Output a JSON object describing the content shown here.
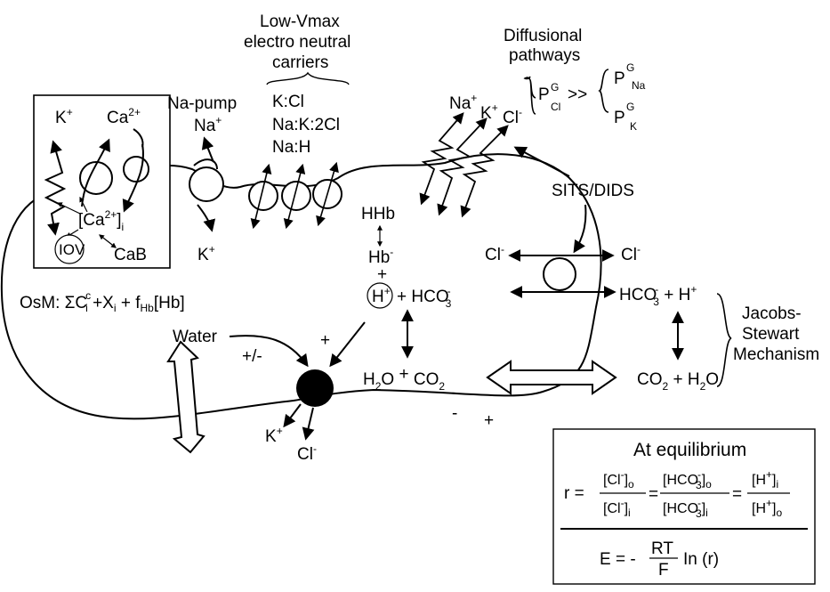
{
  "labels": {
    "low_vmax_line1": "Low-Vmax",
    "low_vmax_line2": "electro neutral",
    "low_vmax_line3": "carriers",
    "diffusional_line1": "Diffusional",
    "diffusional_line2": "pathways",
    "na_pump": "Na-pump",
    "carrier_kcl": "K:Cl",
    "carrier_nak2cl": "Na:K:2Cl",
    "carrier_nah": "Na:H",
    "sits_dids": "SITS/DIDS",
    "hhb": "HHb",
    "hb": "Hb",
    "iov": "IOV",
    "cab": "CaB",
    "water": "Water",
    "plus_minus": "+/-",
    "plus": "+",
    "minus": "-",
    "osm_prefix": "OsM: ΣC",
    "jacobs_line1": "Jacobs-",
    "jacobs_line2": "Stewart",
    "jacobs_line3": "Mechanism",
    "at_equilibrium": "At equilibrium",
    "co2_h2o": "CO",
    "h2o_co2": "H",
    "e_eq_prefix": "E = -",
    "rt": "RT",
    "f": "F",
    "ln_r": "In (r)",
    "r_eq": "r ="
  },
  "ions": {
    "k": "K",
    "na": "Na",
    "cl": "Cl",
    "ca": "Ca",
    "h": "H",
    "hco3": "HCO",
    "plus_sign": "+",
    "minus_sign": "-",
    "two_plus": "2+"
  }
}
